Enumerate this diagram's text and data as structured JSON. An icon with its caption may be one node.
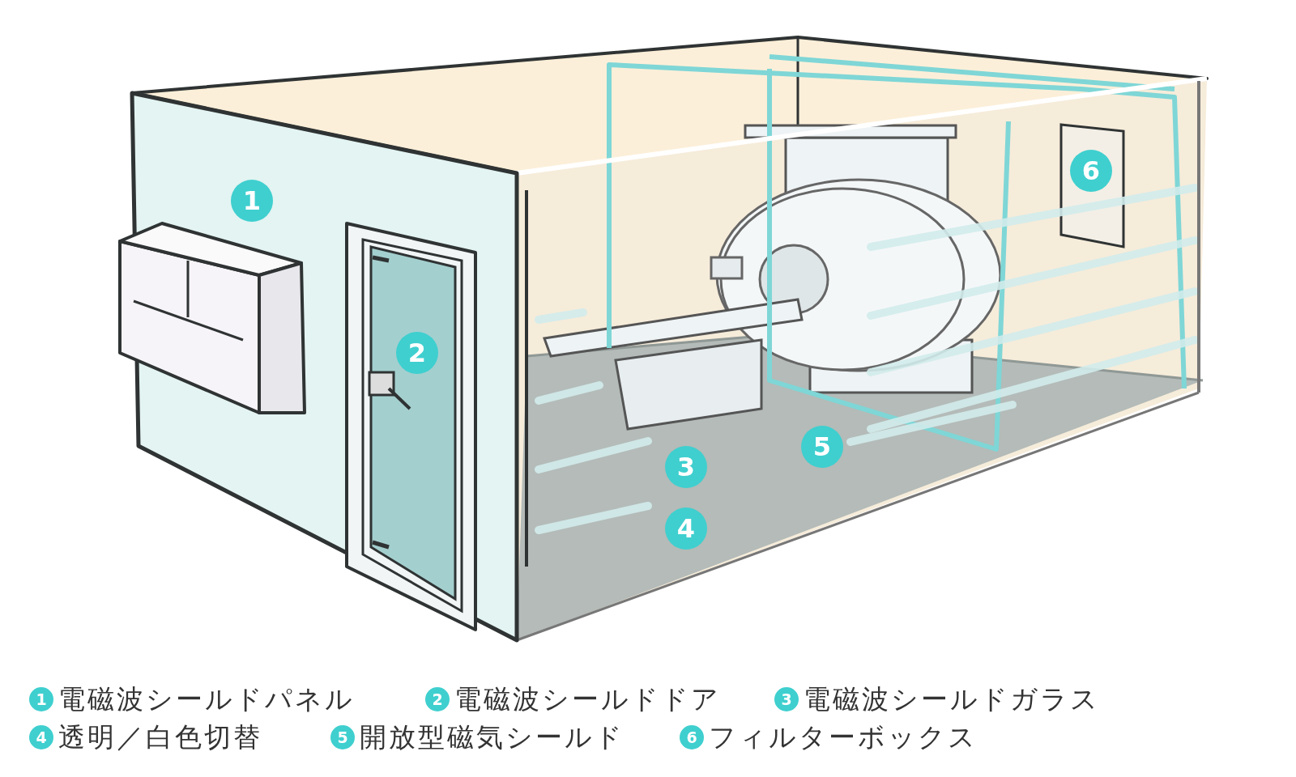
{
  "diagram": {
    "labels": [
      "1",
      "2",
      "3",
      "4",
      "5",
      "6",
      "1",
      "電磁波シールドパネル",
      "2",
      "電磁波シールドドア",
      "3",
      "電磁波シールドガラス",
      "4",
      "透明／白色切替",
      "5",
      "開放型磁気シールド",
      "6",
      "フィルターボックス"
    ]
  }
}
